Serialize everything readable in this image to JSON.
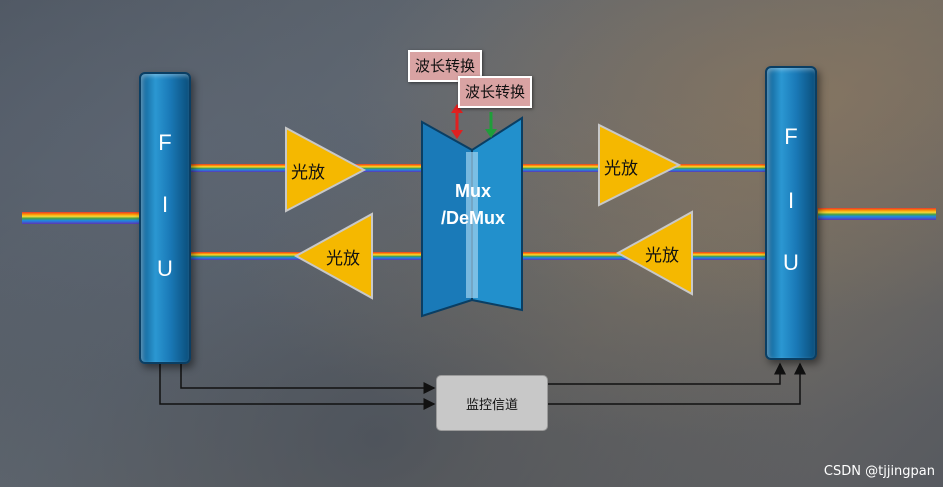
{
  "fiu_left": {
    "letters": [
      "F",
      "I",
      "U"
    ]
  },
  "fiu_right": {
    "letters": [
      "F",
      "I",
      "U"
    ]
  },
  "amplifiers": [
    "光放",
    "光放",
    "光放",
    "光放"
  ],
  "mux": {
    "line1": "Mux",
    "line2": "/DeMux"
  },
  "wavelength_converters": [
    "波长转换",
    "波长转换"
  ],
  "osc": {
    "label": "监控信道"
  },
  "watermark": "CSDN @tjjingpan",
  "colors": {
    "fiu_blue": "#1a7ab8",
    "amp_yellow": "#f5b800",
    "wl_pink": "#d9a3a3",
    "osc_gray": "#c8c8c8",
    "arrow_red": "#e02020",
    "arrow_green": "#1f9e3a"
  }
}
